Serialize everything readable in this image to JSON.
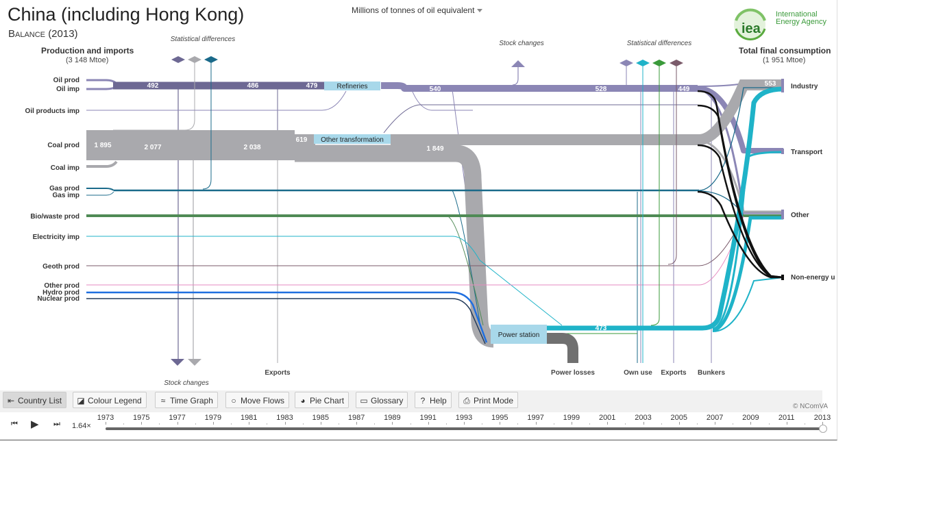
{
  "header": {
    "title": "China (including Hong Kong)",
    "subtitle": "Balance (2013)",
    "unit_select": "Millions of tonnes of oil equivalent",
    "logo_mark": "iea",
    "logo_text_1": "International",
    "logo_text_2": "Energy Agency"
  },
  "sankey": {
    "left_header": "Production and imports",
    "left_total": "(3 148 Mtoe)",
    "right_header": "Total final consumption",
    "right_total": "(1 951 Mtoe)",
    "sources": [
      "Oil prod",
      "Oil imp",
      "Oil products imp",
      "Coal prod",
      "Coal imp",
      "Gas prod",
      "Gas imp",
      "Bio/waste prod",
      "Electricity imp",
      "Geoth prod",
      "Other prod",
      "Hydro prod",
      "Nuclear prod"
    ],
    "sinks": [
      "Industry",
      "Transport",
      "Other",
      "Non-energy u"
    ],
    "nodes": {
      "refineries": "Refineries",
      "other_transformation": "Other transformation",
      "power_station": "Power station"
    },
    "flow_values": {
      "oil_1": "492",
      "oil_2": "486",
      "oil_3": "479",
      "oil_4": "540",
      "oil_5": "528",
      "oil_6": "449",
      "coal_1": "1 895",
      "coal_2": "2 077",
      "coal_3": "2 038",
      "coal_4": "619",
      "coal_5": "1 849",
      "power": "473",
      "industry": "553"
    },
    "annotations": {
      "stat_diff_left": "Statistical differences",
      "stock_changes_bottom": "Stock changes",
      "stock_changes_top": "Stock  changes",
      "stat_diff_right": "Statistical differences",
      "exports_left": "Exports",
      "power_losses": "Power losses",
      "own_use": "Own use",
      "exports_right": "Exports",
      "bunkers": "Bunkers"
    },
    "colors": {
      "oil": "#8b86b5",
      "oil_dark": "#6d6893",
      "coal": "#a9a9ad",
      "gas": "#1a6a8a",
      "bio": "#4f8a55",
      "electricity": "#1fb3c8",
      "geoth": "#7a5a6a",
      "other": "#e68ac0",
      "hydro": "#1f6fe0",
      "nuclear": "#223a5a",
      "node_fill": "#a8d8ea",
      "losses": "#707070"
    }
  },
  "toolbar": {
    "country_list": "Country List",
    "colour_legend": "Colour Legend",
    "time_graph": "Time Graph",
    "move_flows": "Move Flows",
    "pie_chart": "Pie Chart",
    "glossary": "Glossary",
    "help": "Help",
    "print_mode": "Print Mode",
    "copyright": "© NComVA"
  },
  "timeline": {
    "speed": "1.64×",
    "years": [
      "1973",
      "1975",
      "1977",
      "1979",
      "1981",
      "1983",
      "1985",
      "1987",
      "1989",
      "1991",
      "1993",
      "1995",
      "1997",
      "1999",
      "2001",
      "2003",
      "2005",
      "2007",
      "2009",
      "2011",
      "2013"
    ],
    "selected_year": "2013"
  }
}
